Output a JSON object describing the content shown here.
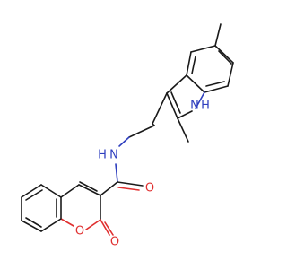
{
  "atoms": {
    "nh_indole": "H",
    "nh_indole_n": "N",
    "amide_n": "N",
    "amide_h": "H",
    "amide_o": "O",
    "ring_o": "O",
    "lactone_o": "O"
  },
  "colors": {
    "bond": "#1a1a1a",
    "oxygen": "#e03030",
    "nitrogen": "#2f3fbf"
  }
}
